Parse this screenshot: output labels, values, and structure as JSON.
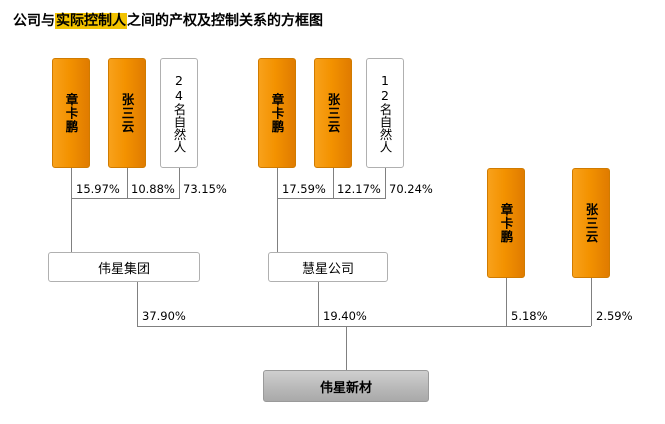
{
  "title": {
    "prefix": "公司与",
    "highlight": "实际控制人",
    "suffix": "之间的产权及控制关系的方框图"
  },
  "nodes": {
    "group1": [
      {
        "id": "zhang-kapeng-1",
        "label": "章卡鹏",
        "style": "orange"
      },
      {
        "id": "zhang-sanyun-1",
        "label": "张三云",
        "style": "orange"
      },
      {
        "id": "natural-persons-24",
        "label": "24名自然人",
        "style": "plain"
      }
    ],
    "group2": [
      {
        "id": "zhang-kapeng-2",
        "label": "章卡鹏",
        "style": "orange"
      },
      {
        "id": "zhang-sanyun-2",
        "label": "张三云",
        "style": "orange"
      },
      {
        "id": "natural-persons-12",
        "label": "12名自然人",
        "style": "plain"
      }
    ],
    "group3": [
      {
        "id": "zhang-kapeng-3",
        "label": "章卡鹏",
        "style": "orange"
      },
      {
        "id": "zhang-sanyun-3",
        "label": "张三云",
        "style": "orange"
      }
    ],
    "companies": [
      {
        "id": "weixing-group",
        "label": "伟星集团"
      },
      {
        "id": "huixing-company",
        "label": "慧星公司"
      }
    ],
    "target": {
      "id": "weixing-new-material",
      "label": "伟星新材"
    }
  },
  "edges": [
    {
      "id": "p-15-97",
      "value": "15.97%"
    },
    {
      "id": "p-10-88",
      "value": "10.88%"
    },
    {
      "id": "p-73-15",
      "value": "73.15%"
    },
    {
      "id": "p-17-59",
      "value": "17.59%"
    },
    {
      "id": "p-12-17",
      "value": "12.17%"
    },
    {
      "id": "p-70-24",
      "value": "70.24%"
    },
    {
      "id": "p-37-90",
      "value": "37.90%"
    },
    {
      "id": "p-19-40",
      "value": "19.40%"
    },
    {
      "id": "p-5-18",
      "value": "5.18%"
    },
    {
      "id": "p-2-59",
      "value": "2.59%"
    }
  ],
  "colors": {
    "orange": "#f39200",
    "gray": "#b9b9b9",
    "line": "#808080",
    "highlight": "#f2c200"
  }
}
